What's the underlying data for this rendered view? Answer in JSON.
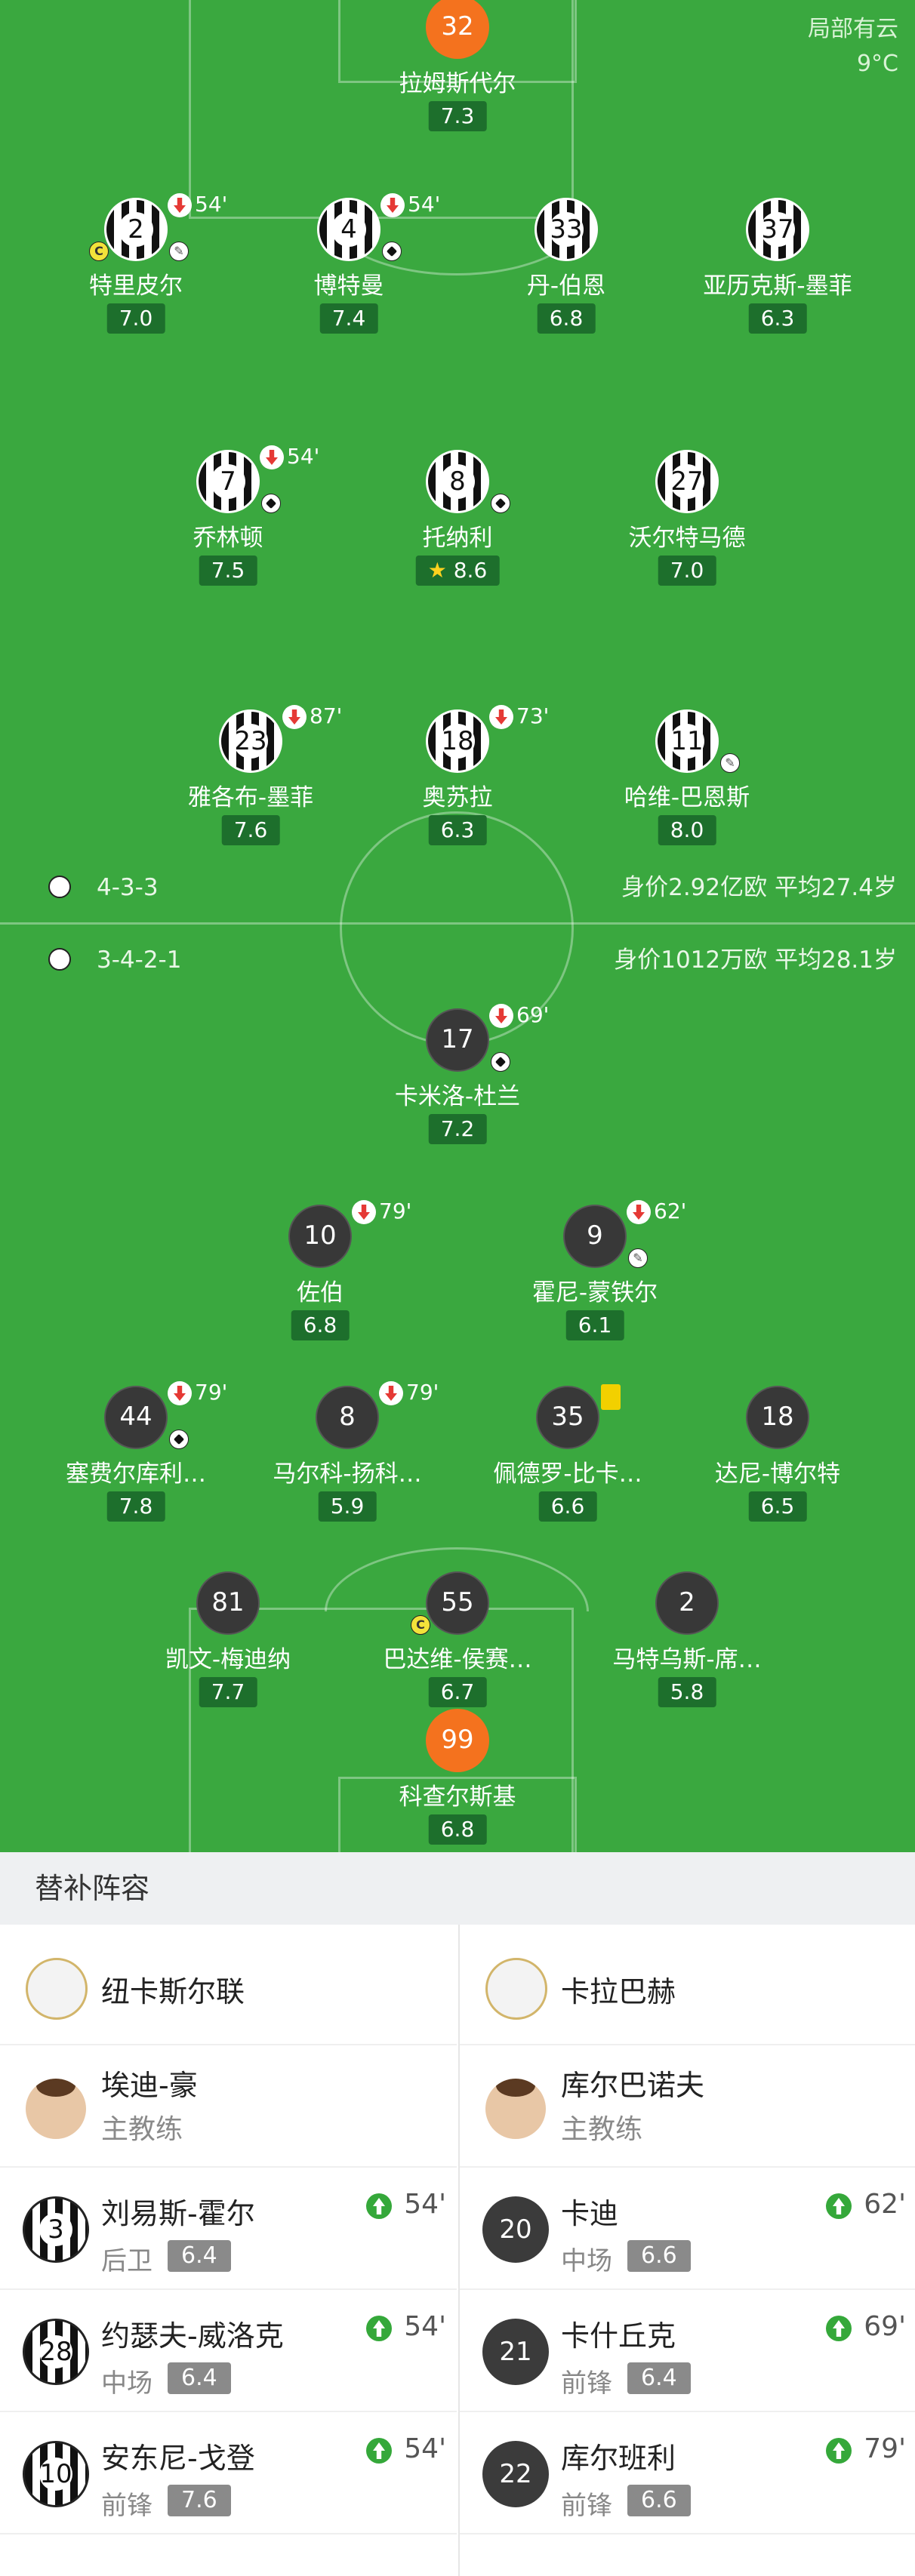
{
  "weather": {
    "condition": "局部有云",
    "temp": "9°C"
  },
  "newcastle": {
    "players": [
      {
        "num": "32",
        "name": "拉姆斯代尔",
        "rating": "7.3"
      },
      {
        "num": "2",
        "name": "特里皮尔",
        "rating": "7.0",
        "sub": "54'"
      },
      {
        "num": "4",
        "name": "博特曼",
        "rating": "7.4",
        "sub": "54'"
      },
      {
        "num": "33",
        "name": "丹-伯恩",
        "rating": "6.8"
      },
      {
        "num": "37",
        "name": "亚历克斯-墨菲",
        "rating": "6.3"
      },
      {
        "num": "7",
        "name": "乔林顿",
        "rating": "7.5",
        "sub": "54'"
      },
      {
        "num": "8",
        "name": "托纳利",
        "rating": "8.6"
      },
      {
        "num": "27",
        "name": "沃尔特马德",
        "rating": "7.0"
      },
      {
        "num": "23",
        "name": "雅各布-墨菲",
        "rating": "7.6",
        "sub": "87'"
      },
      {
        "num": "18",
        "name": "奥苏拉",
        "rating": "6.3",
        "sub": "73'"
      },
      {
        "num": "11",
        "name": "哈维-巴恩斯",
        "rating": "8.0"
      }
    ],
    "formation": "4-3-3",
    "value": "身价2.92亿欧  平均27.4岁"
  },
  "qarabag": {
    "players": [
      {
        "num": "17",
        "name": "卡米洛-杜兰",
        "rating": "7.2",
        "sub": "69'"
      },
      {
        "num": "10",
        "name": "佐伯",
        "rating": "6.8",
        "sub": "79'"
      },
      {
        "num": "9",
        "name": "霍尼-蒙铁尔",
        "rating": "6.1",
        "sub": "62'"
      },
      {
        "num": "44",
        "name": "塞费尔库利…",
        "rating": "7.8",
        "sub": "79'"
      },
      {
        "num": "8",
        "name": "马尔科-扬科…",
        "rating": "5.9",
        "sub": "79'"
      },
      {
        "num": "35",
        "name": "佩德罗-比卡…",
        "rating": "6.6"
      },
      {
        "num": "18",
        "name": "达尼-博尔特",
        "rating": "6.5"
      },
      {
        "num": "81",
        "name": "凯文-梅迪纳",
        "rating": "7.7"
      },
      {
        "num": "55",
        "name": "巴达维-侯赛…",
        "rating": "6.7"
      },
      {
        "num": "2",
        "name": "马特乌斯-席…",
        "rating": "5.8"
      },
      {
        "num": "99",
        "name": "科查尔斯基",
        "rating": "6.8"
      }
    ],
    "formation": "3-4-2-1",
    "value": "身价1012万欧  平均28.1岁"
  },
  "subs": {
    "title": "替补阵容",
    "left": {
      "team": "纽卡斯尔联",
      "manager": {
        "name": "埃迪-豪",
        "role": "主教练"
      },
      "players": [
        {
          "num": "3",
          "name": "刘易斯-霍尔",
          "pos": "后卫",
          "rating": "6.4",
          "time": "54'"
        },
        {
          "num": "28",
          "name": "约瑟夫-威洛克",
          "pos": "中场",
          "rating": "6.4",
          "time": "54'"
        },
        {
          "num": "10",
          "name": "安东尼-戈登",
          "pos": "前锋",
          "rating": "7.6",
          "time": "54'"
        }
      ]
    },
    "right": {
      "team": "卡拉巴赫",
      "manager": {
        "name": "库尔巴诺夫",
        "role": "主教练"
      },
      "players": [
        {
          "num": "20",
          "name": "卡迪",
          "pos": "中场",
          "rating": "6.6",
          "time": "62'"
        },
        {
          "num": "21",
          "name": "卡什丘克",
          "pos": "前锋",
          "rating": "6.4",
          "time": "69'"
        },
        {
          "num": "22",
          "name": "库尔班利",
          "pos": "前锋",
          "rating": "6.6",
          "time": "79'"
        }
      ]
    }
  }
}
